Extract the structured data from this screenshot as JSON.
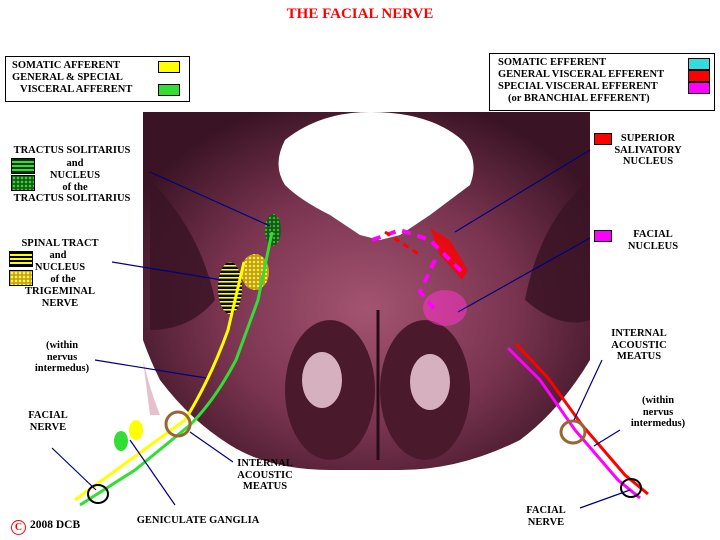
{
  "title": "THE FACIAL NERVE",
  "legend_left": {
    "items": [
      {
        "text": "SOMATIC AFFERENT",
        "color": "#ffff00"
      },
      {
        "text": "GENERAL & SPECIAL",
        "color": ""
      },
      {
        "text": "VISCERAL AFFERENT",
        "color": "#33dd33"
      }
    ]
  },
  "legend_right": {
    "items": [
      {
        "text": "SOMATIC EFFERENT",
        "color": "#33dddd"
      },
      {
        "text": "GENERAL VISCERAL EFFERENT",
        "color": "#ff0000"
      },
      {
        "text": "SPECIAL VISCERAL EFFERENT",
        "color": "#ff00ff"
      },
      {
        "text": "(or BRANCHIAL EFFERENT)",
        "color": ""
      }
    ]
  },
  "labels": {
    "tractus_solitarius": [
      "TRACTUS SOLITARIUS",
      "and",
      "NUCLEUS",
      "of the",
      "TRACTUS SOLITARIUS"
    ],
    "spinal_tract": [
      "SPINAL TRACT",
      "and",
      "NUCLEUS",
      "of the",
      "TRIGEMINAL",
      "NERVE"
    ],
    "within_left": [
      "(within",
      "nervus",
      "intermedus)"
    ],
    "facial_nerve_left": [
      "FACIAL",
      "NERVE"
    ],
    "internal_acoustic_left": [
      "INTERNAL",
      "ACOUSTIC",
      "MEATUS"
    ],
    "geniculate": "GENICULATE GANGLIA",
    "copyright": "2008  DCB",
    "copyright_symbol": "C",
    "superior_salivatory": [
      "SUPERIOR",
      "SALIVATORY",
      "NUCLEUS"
    ],
    "facial_nucleus": [
      "FACIAL",
      "NUCLEUS"
    ],
    "internal_acoustic_right": [
      "INTERNAL",
      "ACOUSTIC",
      "MEATUS"
    ],
    "within_right": [
      "(within",
      "nervus",
      "intermedus)"
    ],
    "facial_nerve_right": [
      "FACIAL",
      "NERVE"
    ]
  },
  "colors": {
    "somatic_afferent": "#ffff00",
    "visceral_afferent": "#33dd33",
    "somatic_efferent": "#33dddd",
    "general_visceral_efferent": "#ff0000",
    "special_visceral_efferent": "#ff00ff",
    "pointer_line": "#000080",
    "meatus_ring": "#996633",
    "tissue": "#6b2a3e"
  }
}
